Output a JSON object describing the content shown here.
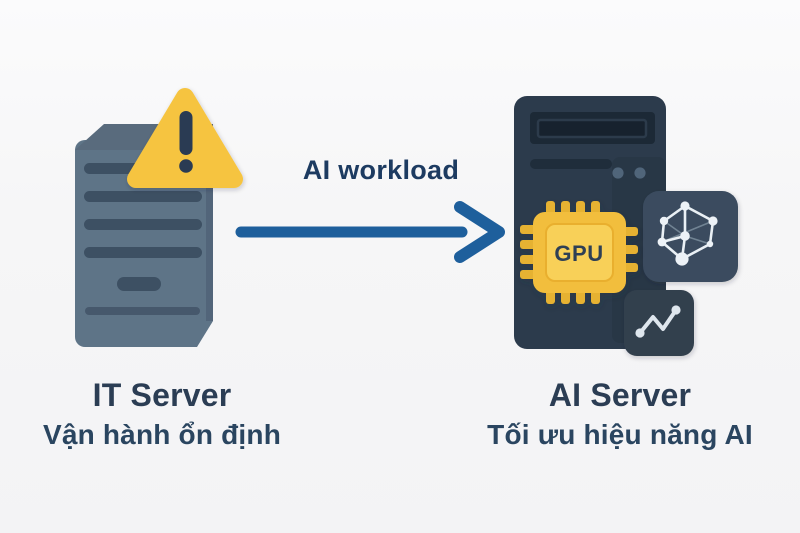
{
  "arrow": {
    "label": "AI workload",
    "color": "#1E5F9C"
  },
  "left_server": {
    "title": "IT Server",
    "subtitle": "Vận hành ổn định",
    "icon": "server-tower-with-warning",
    "body_color": "#5E7487",
    "slat_color": "#3D5063",
    "warning_color": "#F6C440",
    "warning_glyph_color": "#2B3A52"
  },
  "right_server": {
    "title": "AI Server",
    "subtitle": "Tối ưu hiệu năng AI",
    "gpu_label": "GPU",
    "icon": "ai-server-tower",
    "body_color": "#2C3B4C",
    "gpu_color": "#F2BE3C",
    "badge_icons": [
      "network-graph-icon",
      "line-chart-icon"
    ]
  },
  "text_colors": {
    "title": "#2B3D54",
    "subtitle": "#2A4560",
    "arrow_label": "#1D3B61"
  }
}
